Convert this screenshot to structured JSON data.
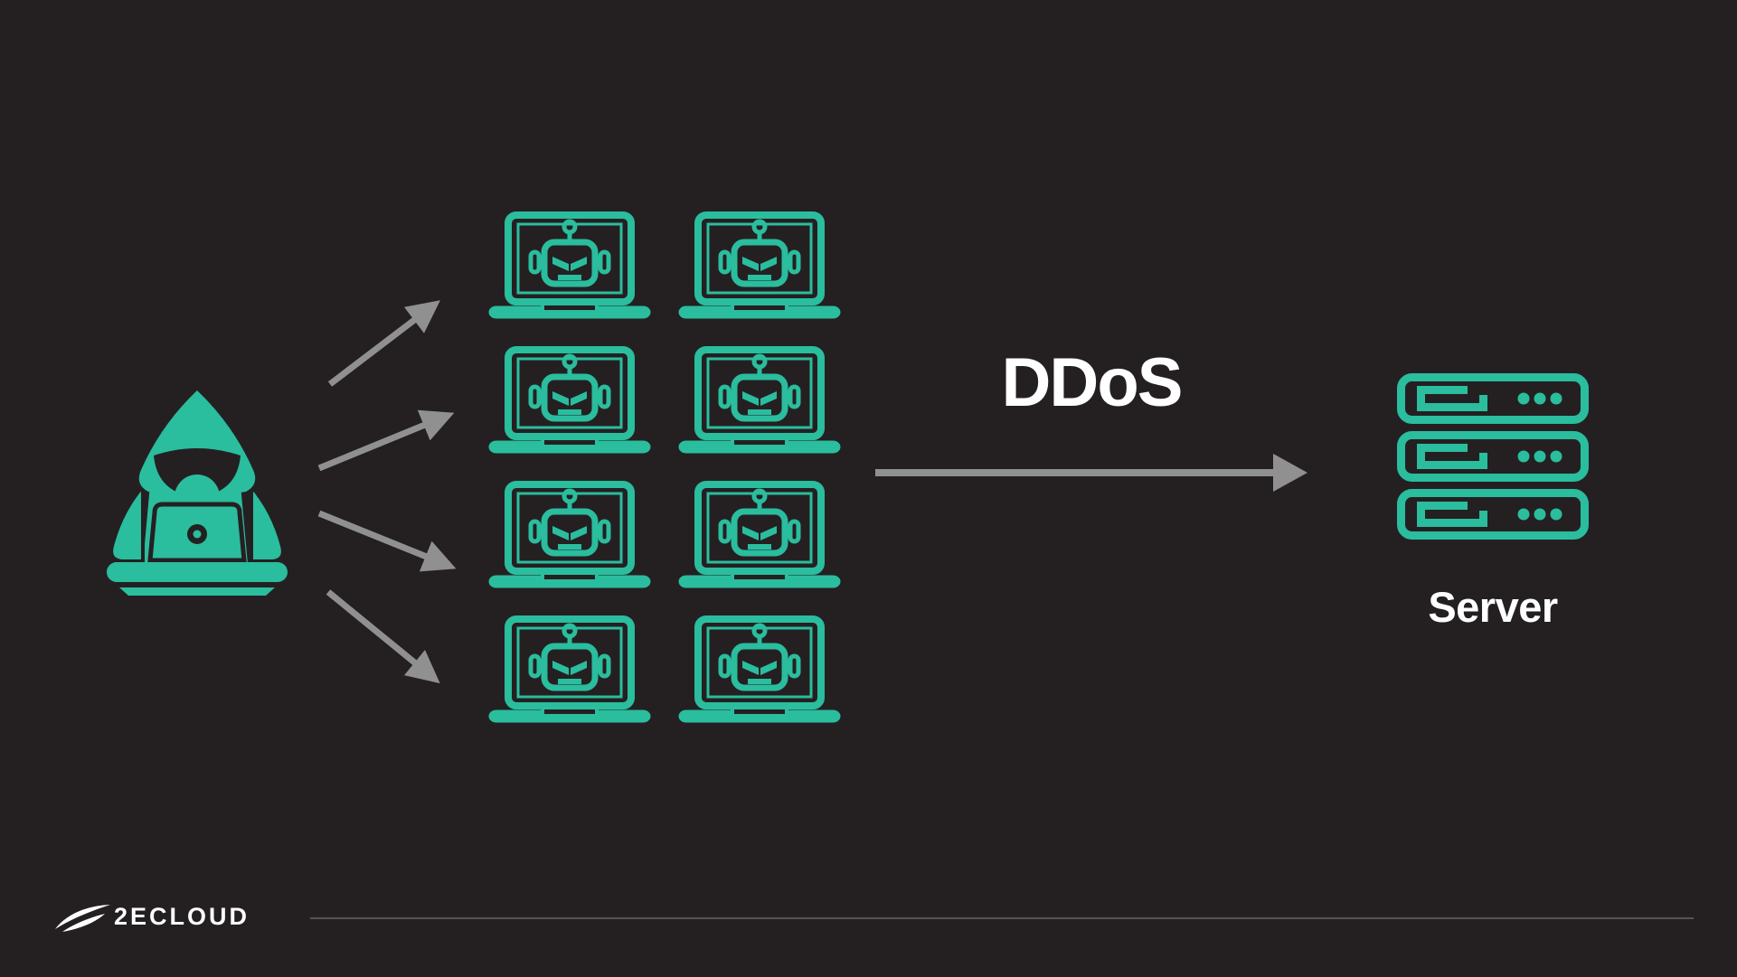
{
  "colors": {
    "background": "#242021",
    "accent": "#2abd9e",
    "arrow": "#909090",
    "text": "#ffffff",
    "divider": "#57534f"
  },
  "diagram": {
    "attack_label": "DDoS",
    "server_label": "Server",
    "attacker": {
      "icon": "hacker-icon"
    },
    "botnet": {
      "icon": "bot-laptop-icon",
      "count": 8,
      "columns": 2,
      "rows": 4
    },
    "attacker_arrow_count": 4,
    "server": {
      "icon": "server-rack-icon",
      "units": 3
    }
  },
  "footer": {
    "brand": "2ECLOUD",
    "logo_icon": "swoosh-icon"
  }
}
